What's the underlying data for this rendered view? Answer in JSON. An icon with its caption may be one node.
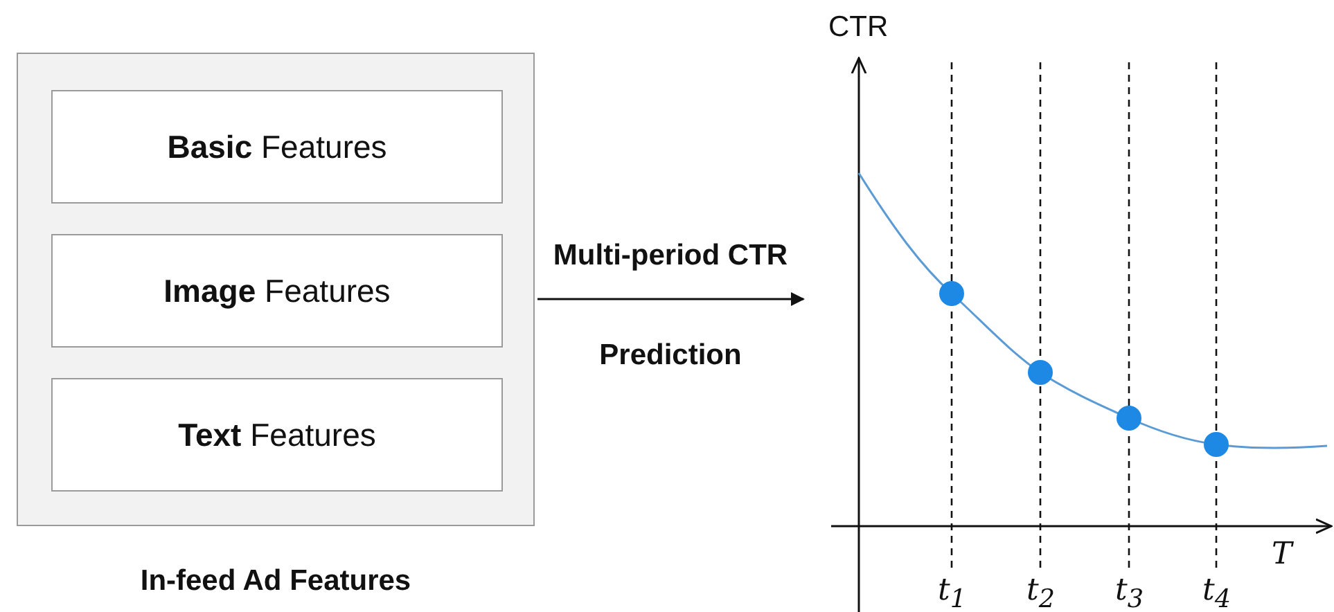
{
  "diagram": {
    "nodes": [
      {
        "text": [
          "In-feed Ad Features"
        ]
      },
      {
        "text": [
          "**Basic** Features"
        ],
        "in": 0
      },
      {
        "text": [
          "**Image** Features"
        ],
        "in": 0
      },
      {
        "text": [
          "**Text** Features"
        ],
        "in": 0
      },
      {
        "text": [],
        "shape": "chart"
      }
    ],
    "edges": [
      {
        "from": 0,
        "to": 4,
        "arrow": "to",
        "label": "Multi-period CTR Prediction"
      }
    ],
    "labels": [
      "CTR",
      "T",
      "t$_{1}$",
      "t$_{2}$",
      "t$_{3}$",
      "t$_{4}$"
    ]
  }
}
